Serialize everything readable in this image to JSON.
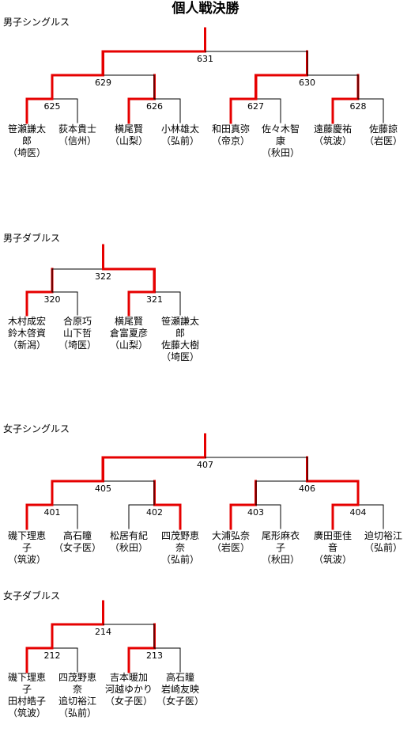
{
  "title": "個人戦決勝",
  "colors": {
    "win": "#e60000",
    "line": "#000000"
  },
  "sections": [
    {
      "id": "mens-singles",
      "label": "男子シングルス",
      "final": {
        "no": "631",
        "winner": "left"
      },
      "semis": [
        {
          "no": "629",
          "winner": "left"
        },
        {
          "no": "630",
          "winner": "left"
        }
      ],
      "quarters": [
        {
          "no": "625",
          "winner": "left"
        },
        {
          "no": "626",
          "winner": "left"
        },
        {
          "no": "627",
          "winner": "left"
        },
        {
          "no": "628",
          "winner": "left"
        }
      ],
      "players": [
        {
          "lines": [
            "笹瀬謙太",
            "郎",
            "（埼医）"
          ]
        },
        {
          "lines": [
            "荻本貴士",
            "（信州）"
          ]
        },
        {
          "lines": [
            "横尾賢",
            "（山梨）"
          ]
        },
        {
          "lines": [
            "小林雄太",
            "（弘前）"
          ]
        },
        {
          "lines": [
            "和田真弥",
            "（帝京）"
          ]
        },
        {
          "lines": [
            "佐々木智",
            "康",
            "（秋田）"
          ]
        },
        {
          "lines": [
            "遠藤慶祐",
            "（筑波）"
          ]
        },
        {
          "lines": [
            "佐藤諒",
            "（岩医）"
          ]
        }
      ]
    },
    {
      "id": "mens-doubles",
      "label": "男子ダブルス",
      "semis": [
        {
          "no": "322",
          "winner": "right"
        }
      ],
      "quarters": [
        {
          "no": "320",
          "winner": "left"
        },
        {
          "no": "321",
          "winner": "left"
        }
      ],
      "players": [
        {
          "lines": [
            "木村成宏",
            "鈴木啓資",
            "（新潟）"
          ]
        },
        {
          "lines": [
            "合原巧",
            "山下哲",
            "（埼医）"
          ]
        },
        {
          "lines": [
            "横尾賢",
            "倉富夏彦",
            "（山梨）"
          ]
        },
        {
          "lines": [
            "笹瀬謙太",
            "郎",
            "佐藤大樹",
            "（埼医）"
          ]
        }
      ]
    },
    {
      "id": "womens-singles",
      "label": "女子シングルス",
      "final": {
        "no": "407",
        "winner": "left"
      },
      "semis": [
        {
          "no": "405",
          "winner": "left"
        },
        {
          "no": "406",
          "winner": "right"
        }
      ],
      "quarters": [
        {
          "no": "401",
          "winner": "left"
        },
        {
          "no": "402",
          "winner": "right"
        },
        {
          "no": "403",
          "winner": "left"
        },
        {
          "no": "404",
          "winner": "left"
        }
      ],
      "players": [
        {
          "lines": [
            "磯下理恵",
            "子",
            "（筑波）"
          ]
        },
        {
          "lines": [
            "高石瞳",
            "（女子医）"
          ]
        },
        {
          "lines": [
            "松居有紀",
            "（秋田）"
          ]
        },
        {
          "lines": [
            "四茂野恵",
            "奈",
            "（弘前）"
          ]
        },
        {
          "lines": [
            "大浦弘奈",
            "（岩医）"
          ]
        },
        {
          "lines": [
            "尾形麻衣",
            "子",
            "（秋田）"
          ]
        },
        {
          "lines": [
            "廣田亜佳",
            "音",
            "（筑波）"
          ]
        },
        {
          "lines": [
            "迫切裕江",
            "（弘前）"
          ]
        }
      ]
    },
    {
      "id": "womens-doubles",
      "label": "女子ダブルス",
      "semis": [
        {
          "no": "214",
          "winner": "left"
        }
      ],
      "quarters": [
        {
          "no": "212",
          "winner": "left"
        },
        {
          "no": "213",
          "winner": "left"
        }
      ],
      "players": [
        {
          "lines": [
            "磯下理恵",
            "子",
            "田村皓子",
            "（筑波）"
          ]
        },
        {
          "lines": [
            "四茂野恵",
            "奈",
            "追切裕江",
            "（弘前）"
          ]
        },
        {
          "lines": [
            "吉本暖加",
            "河越ゆかり",
            "（女子医）"
          ]
        },
        {
          "lines": [
            "高石瞳",
            "岩崎友映",
            "（女子医）"
          ]
        }
      ]
    }
  ]
}
